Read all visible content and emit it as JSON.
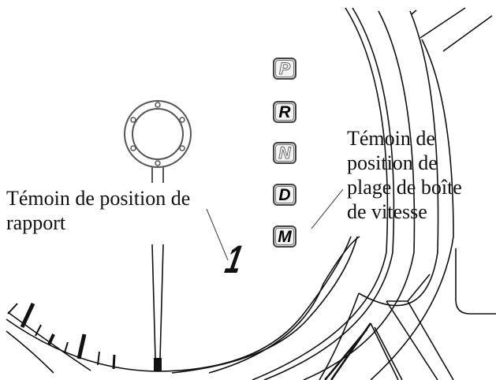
{
  "labels": {
    "gear_position": [
      "Témoin de position de",
      "rapport"
    ],
    "range_position": [
      "Témoin de",
      "position de",
      "plage de boîte",
      "de vitesse"
    ]
  },
  "gear_indicator": {
    "value": "1"
  },
  "range_indicator": [
    {
      "letter": "P",
      "state": "dim"
    },
    {
      "letter": "R",
      "state": "lit"
    },
    {
      "letter": "N",
      "state": "dim"
    },
    {
      "letter": "D",
      "state": "lit"
    },
    {
      "letter": "M",
      "state": "lit"
    }
  ]
}
